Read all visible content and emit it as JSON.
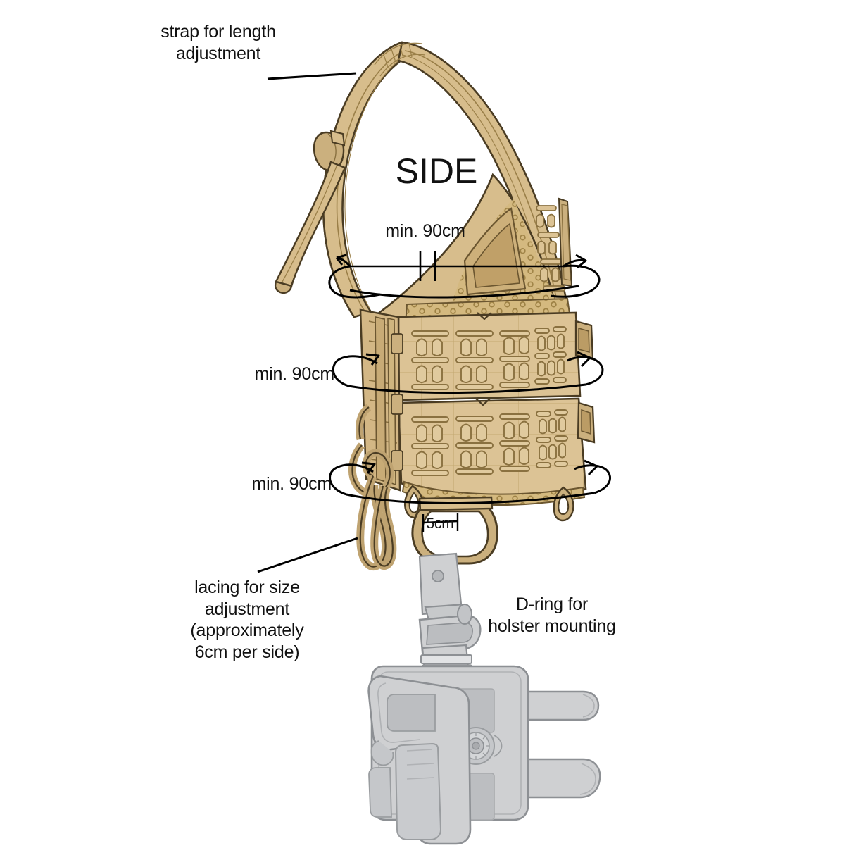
{
  "diagram": {
    "view_label": "SIDE",
    "annotations": [
      {
        "id": "strap-length",
        "text": "strap for length\nadjustment"
      },
      {
        "id": "dimension-top",
        "text": "min. 90cm"
      },
      {
        "id": "dimension-middle",
        "text": "min. 90cm"
      },
      {
        "id": "dimension-lower",
        "text": "min. 90cm"
      },
      {
        "id": "dring-width",
        "text": "5cm"
      },
      {
        "id": "lacing",
        "text": "lacing for size\nadjustment\n(approximately\n6cm per side)"
      },
      {
        "id": "dring",
        "text": "D-ring for\nholster mounting"
      }
    ],
    "measurements": {
      "chest_circumference": "min. 90cm",
      "waist_circumference": "min. 90cm",
      "hip_circumference": "min. 90cm",
      "dring_width": "5cm",
      "lacing_adjustment": "approximately 6cm per side"
    },
    "colors": {
      "vest_fill": "#d7bd8c",
      "vest_fill_light": "#e2cca4",
      "vest_fill_dark": "#c3a571",
      "vest_outline": "#4a3c23",
      "vest_detail": "#8a7140",
      "holster_fill": "#cfd0d2",
      "holster_fill_dark": "#b6b8bb",
      "holster_outline": "#8d9094",
      "annotation_text": "#111111",
      "leader_line": "#000000",
      "background": "#ffffff"
    }
  }
}
